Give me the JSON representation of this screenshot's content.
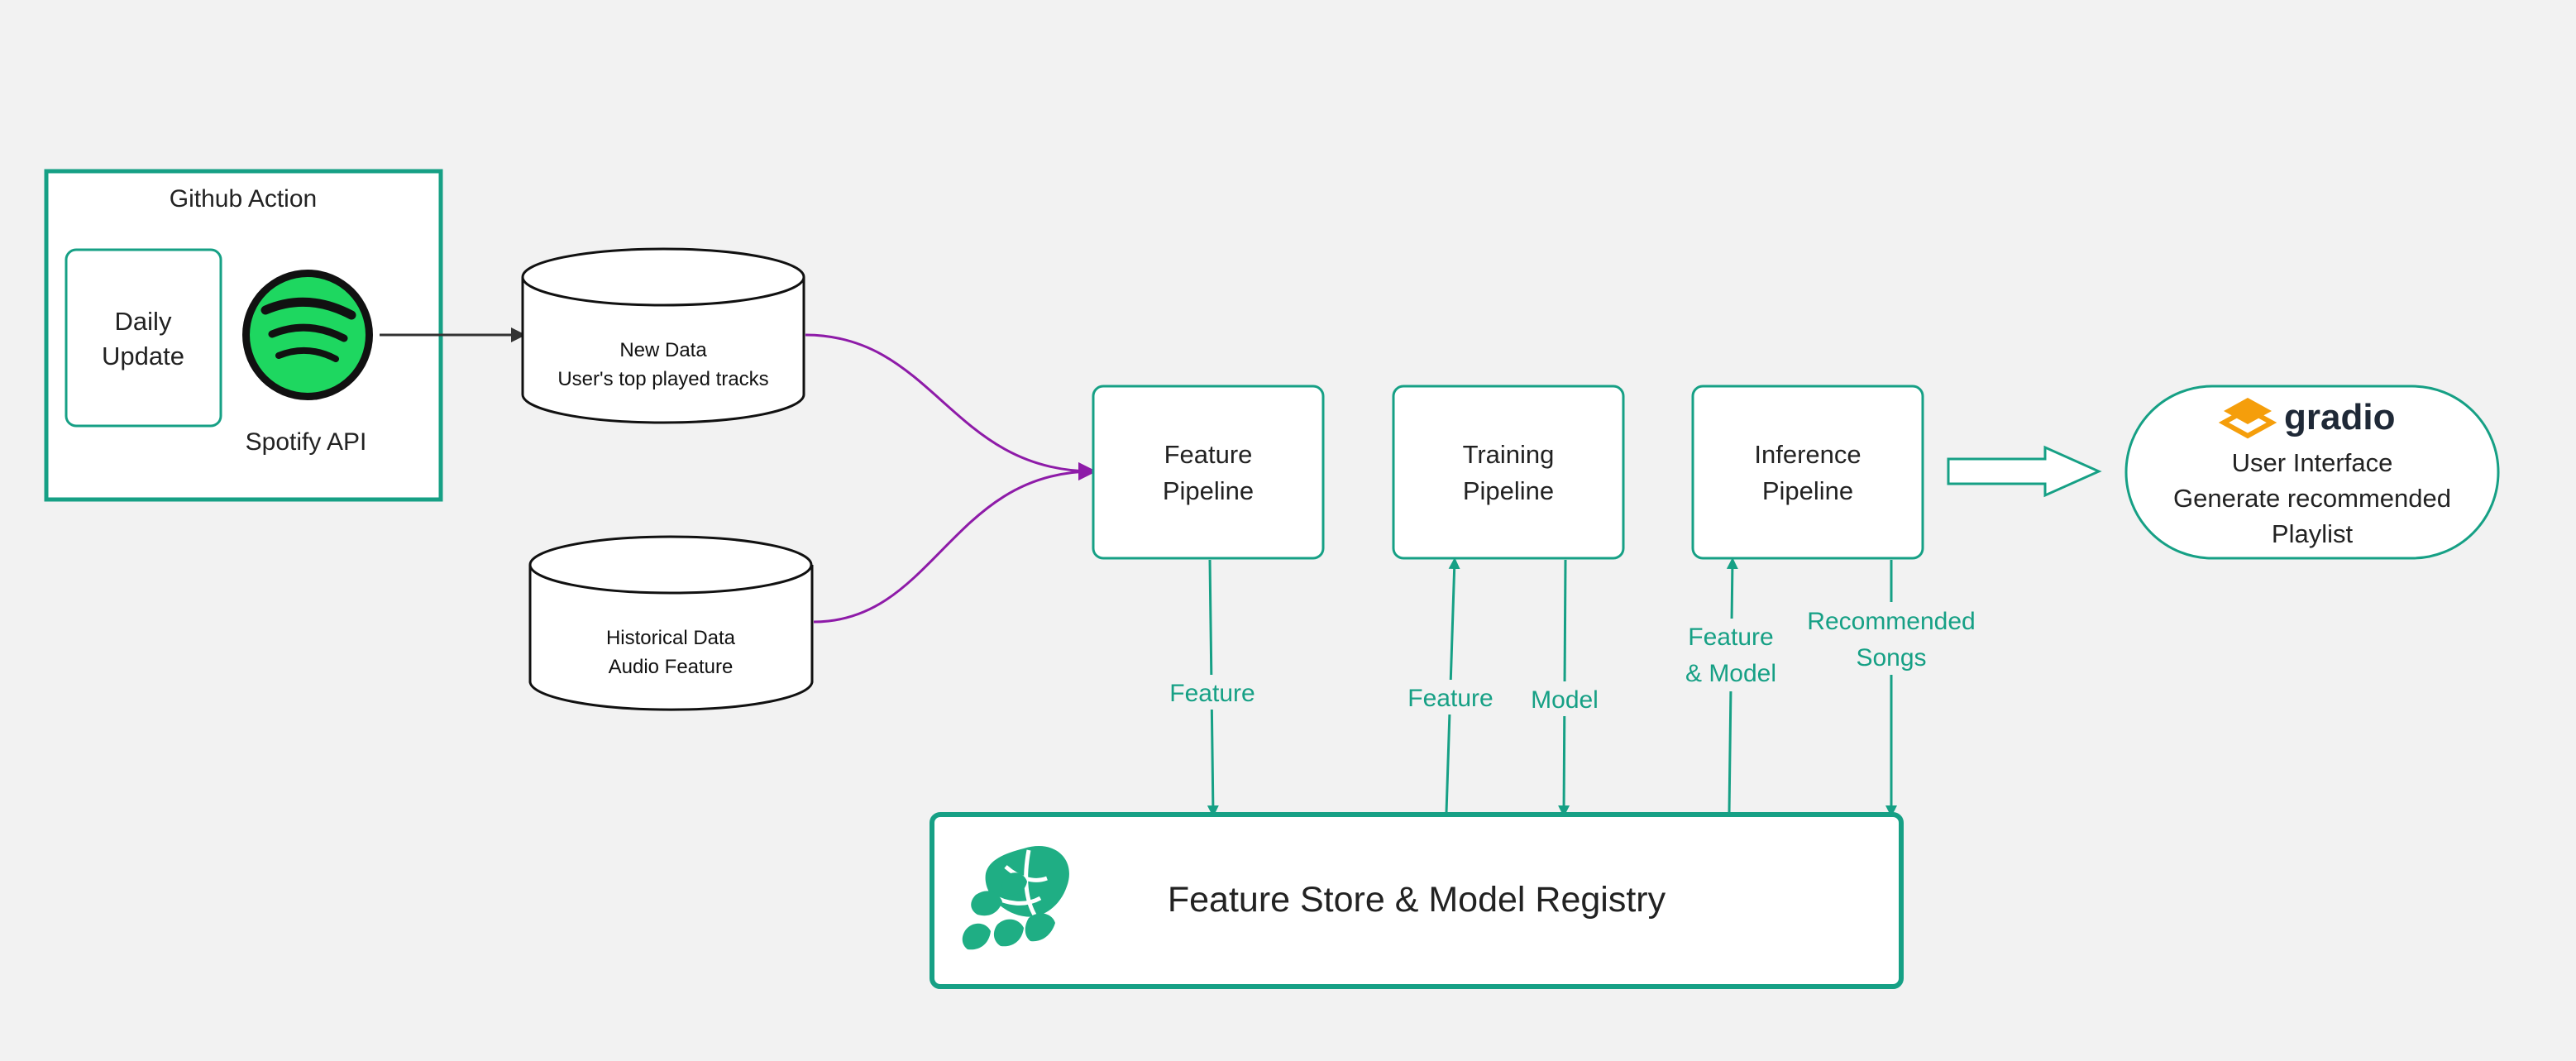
{
  "colors": {
    "background": "#f2f2f2",
    "accent": "#16a085",
    "purple": "#8e1ba8",
    "spotify_green": "#1ed760",
    "text": "#222222",
    "gradio_orange": "#f59e0b"
  },
  "github_action": {
    "title": "Github Action",
    "daily_update": [
      "Daily",
      "Update"
    ],
    "spotify_label": "Spotify API",
    "spotify_icon": "spotify-logo-icon"
  },
  "new_data": {
    "line1": "New Data",
    "line2": "User's top played tracks"
  },
  "historical_data": {
    "line1": "Historical Data",
    "line2": "Audio Feature"
  },
  "pipelines": {
    "feature": [
      "Feature",
      "Pipeline"
    ],
    "training": [
      "Training",
      "Pipeline"
    ],
    "inference": [
      "Inference",
      "Pipeline"
    ]
  },
  "edge_labels": {
    "feature_to_store": "Feature",
    "store_to_training": "Feature",
    "training_to_store": "Model",
    "store_to_inference": [
      "Feature",
      "& Model"
    ],
    "inference_to_store": [
      "Recommended",
      "Songs"
    ]
  },
  "store": {
    "label": "Feature Store & Model Registry",
    "icon": "hopsworks-logo-icon"
  },
  "ui": {
    "brand": "gradio",
    "brand_icon": "gradio-logo-icon",
    "line1": "User Interface",
    "line2": "Generate recommended",
    "line3": "Playlist"
  }
}
